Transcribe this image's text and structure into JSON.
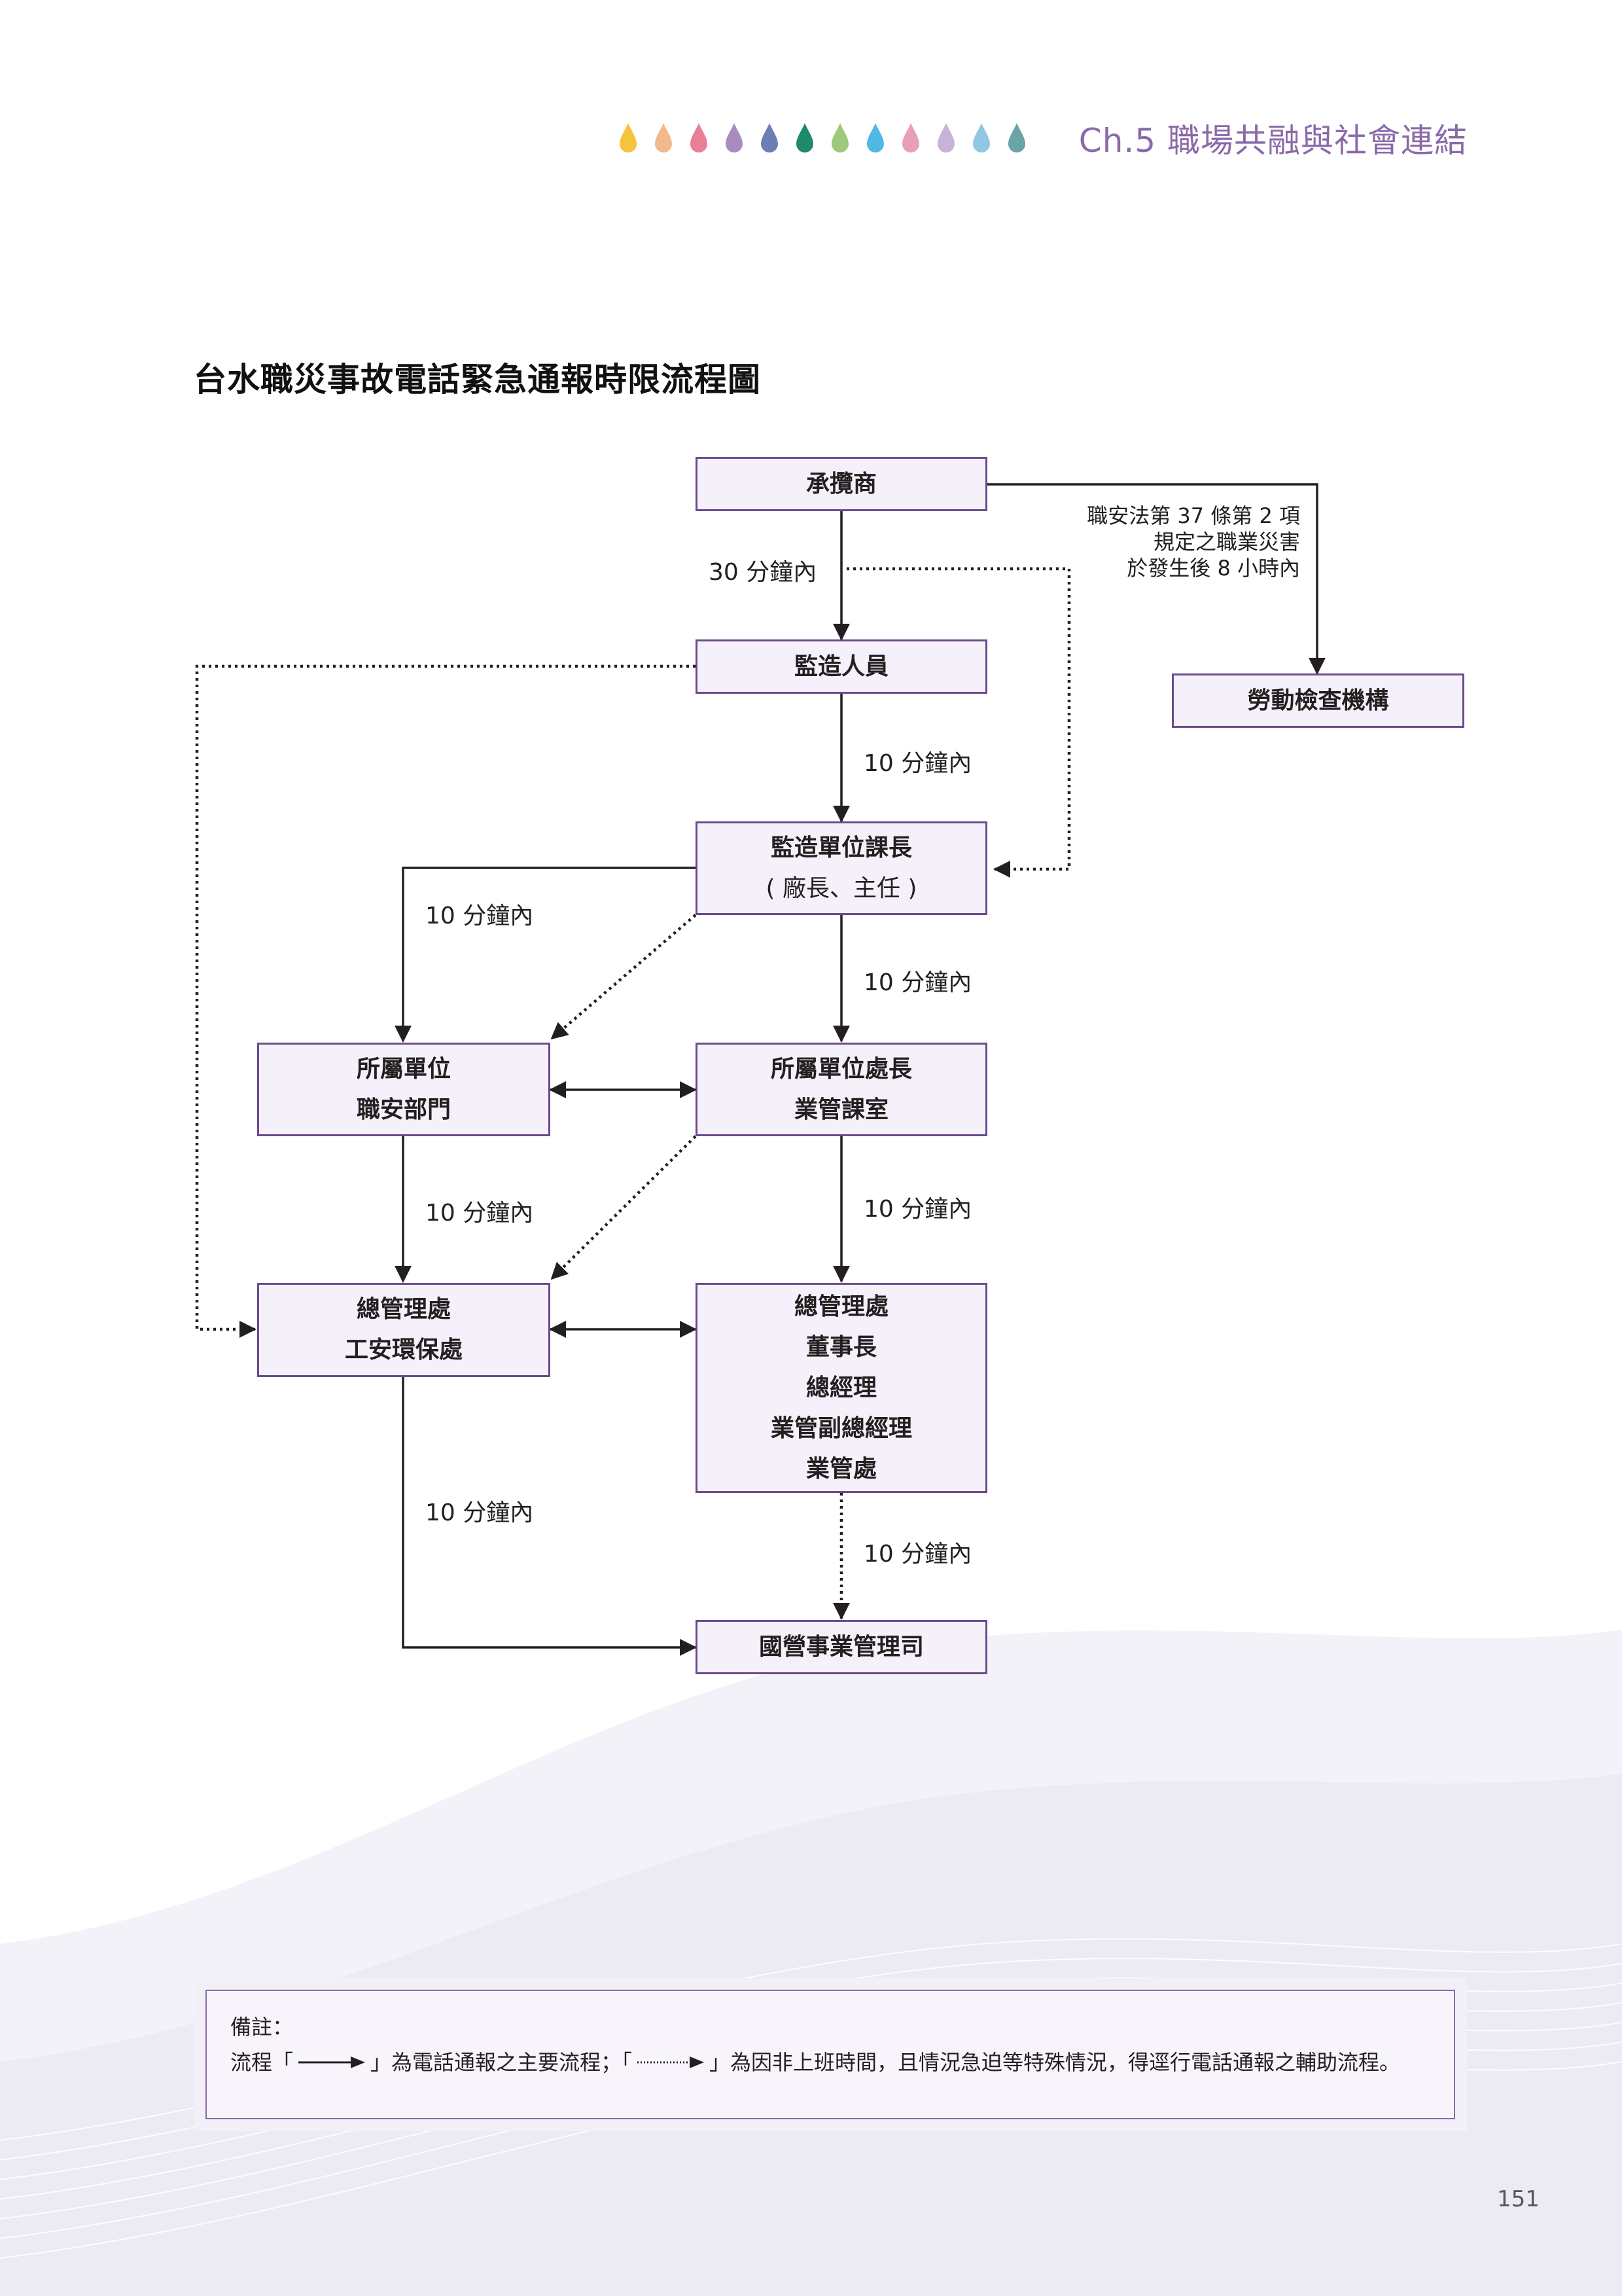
{
  "header": {
    "chapter_title": "Ch.5 職場共融與社會連結",
    "drop_colors": [
      "#f6c33d",
      "#f3b98a",
      "#e97f94",
      "#a88cbd",
      "#6b7fb5",
      "#1f8a6b",
      "#9cc97a",
      "#4fb9e3",
      "#e8a0b4",
      "#c7b3d9",
      "#8fc8e0",
      "#6aa3a8"
    ]
  },
  "page_title": "台水職災事故電話緊急通報時限流程圖",
  "nodes": {
    "contractor": [
      "承攬商"
    ],
    "supervisor": [
      "監造人員"
    ],
    "section_chief": [
      "監造單位課長",
      "( 廠長、主任 )"
    ],
    "safety_dept": [
      "所屬單位",
      "職安部門"
    ],
    "division_head": [
      "所屬單位處長",
      "業管課室"
    ],
    "hq_env": [
      "總管理處",
      "工安環保處"
    ],
    "hq_exec": [
      "總管理處",
      "董事長",
      "總經理",
      "業管副總經理",
      "業管處"
    ],
    "labor_inspection": [
      "勞動檢查機構"
    ],
    "state_enterprise": [
      "國營事業管理司"
    ]
  },
  "edge_labels": {
    "within_30": "30 分鐘內",
    "within_10": "10 分鐘內"
  },
  "law_note": [
    "職安法第 37 條第 2 項",
    "規定之職業災害",
    "於發生後 8 小時內"
  ],
  "legend": {
    "title": "備註：",
    "prefix": "流程「",
    "middle": "」為電話通報之主要流程；「",
    "suffix": "」為因非上班時間，且情況急迫等特殊情況，得逕行電話通報之輔助流程。"
  },
  "page_number": "151"
}
